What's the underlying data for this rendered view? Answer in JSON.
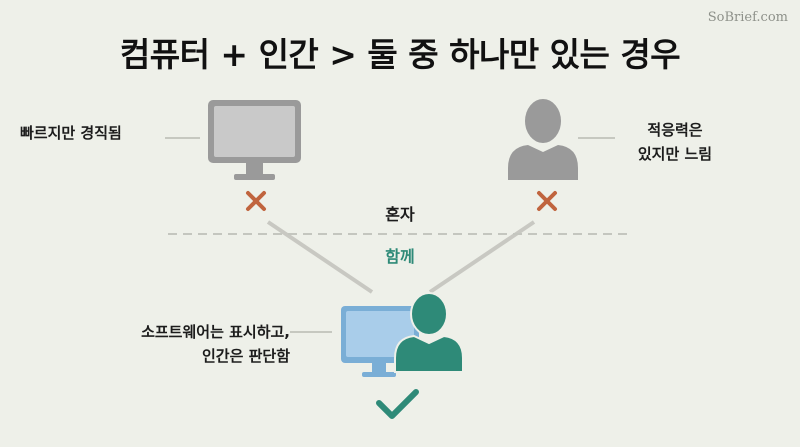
{
  "watermark": "SoBrief.com",
  "title": "컴퓨터 + 인간 > 둘 중 하나만 있는 경우",
  "labels": {
    "computer_alone": "빠르지만 경직됨",
    "human_alone_line1": "적응력은",
    "human_alone_line2": "있지만 느림",
    "alone": "혼자",
    "together": "함께",
    "combined_line1": "소프트웨어는 표시하고,",
    "combined_line2": "인간은 판단함"
  },
  "icons": {
    "computer": "monitor-icon",
    "human": "person-icon",
    "fail": "x-mark-icon",
    "success": "checkmark-icon"
  },
  "colors": {
    "background": "#eef0e9",
    "gray_icon": "#9a9a9a",
    "fail": "#c0643e",
    "teal": "#2e8a78",
    "blue_monitor": "#7aaed6"
  }
}
